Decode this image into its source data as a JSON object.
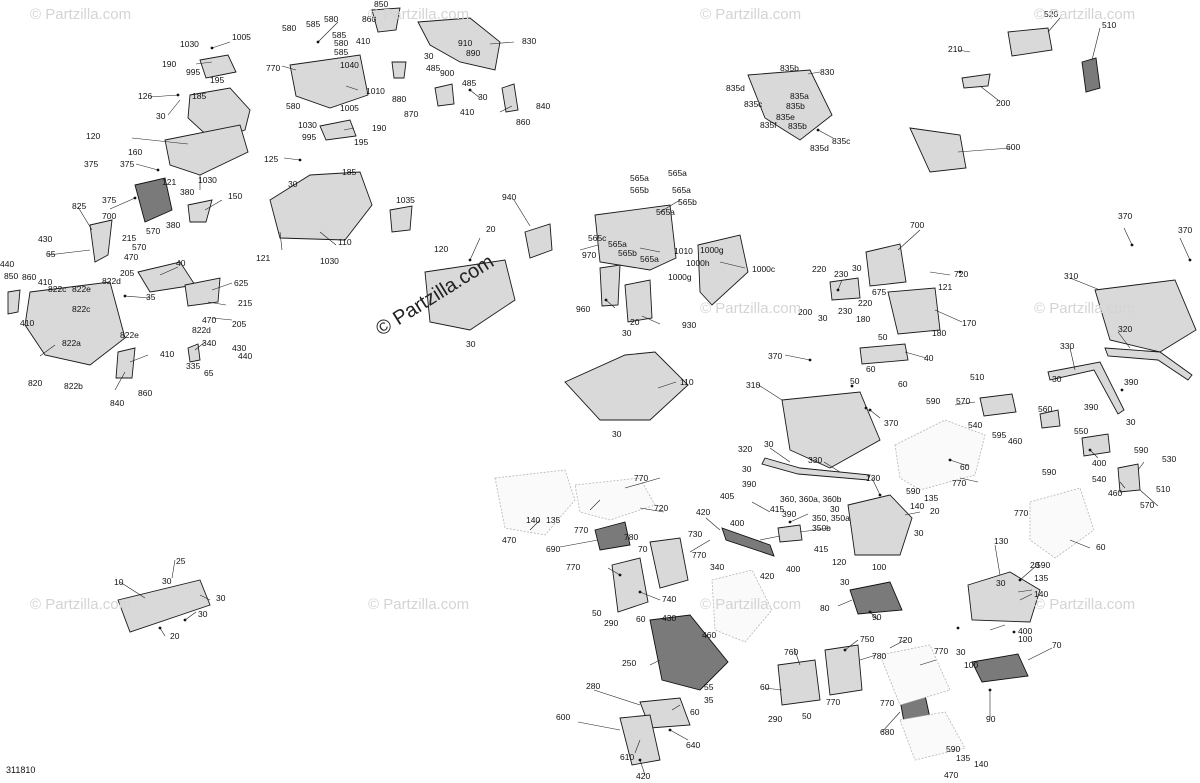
{
  "diagram_id": "311810",
  "watermark": "© Partzilla.com",
  "center_watermark": "© Partzilla.com",
  "callouts": {
    "c1030a": "1030",
    "c1005a": "1005",
    "c190a": "190",
    "c995a": "995",
    "c126": "126",
    "c185a": "185",
    "c30a": "30",
    "c195a": "195",
    "c120a": "120",
    "c160": "160",
    "c375a": "375",
    "c375b": "375",
    "c375c": "375",
    "c121a": "121",
    "c1030b": "1030",
    "c380a": "380",
    "c380b": "380",
    "c150": "150",
    "c700a": "700",
    "c570a": "570",
    "c570b": "570",
    "c215a": "215",
    "c470a": "470",
    "c205a": "205",
    "c825a": "825",
    "c430a": "430",
    "c440a": "440",
    "c65a": "65",
    "c822d": "822d",
    "c40a": "40",
    "c625": "625",
    "c850a": "850",
    "c860a": "860",
    "c410a": "410",
    "c822c": "822c",
    "c822e": "822e",
    "c35a": "35",
    "c410b": "410",
    "c822ca": "822c",
    "c822eb": "822e",
    "c822a": "822a",
    "c820": "820",
    "c822b": "822b",
    "c215b": "215",
    "c470b": "470",
    "c822d2": "822d",
    "c205b": "205",
    "c340": "340",
    "c430b": "430",
    "c440b": "440",
    "c335": "335",
    "c65b": "65",
    "c410c": "410",
    "c860b": "860",
    "c840a": "840",
    "c580a": "580",
    "c585a": "585",
    "c580b": "580",
    "c585b": "585",
    "c580c": "580",
    "c585c": "585",
    "c770a": "770",
    "c1040": "1040",
    "c1010a": "1010",
    "c580d": "580",
    "c850b": "850",
    "c860c": "860",
    "c410d": "410",
    "c880": "880",
    "c830a": "830",
    "c910": "910",
    "c890": "890",
    "c485a": "485",
    "c900": "900",
    "c30b": "30",
    "c485b": "485",
    "c870": "870",
    "c410e": "410",
    "c30c": "30",
    "c840b": "840",
    "c860d": "860",
    "c1005b": "1005",
    "c1030c": "1030",
    "c190b": "190",
    "c995b": "995",
    "c195b": "195",
    "c125": "125",
    "c185b": "185",
    "c30d": "30",
    "c1035": "1035",
    "c121b": "121",
    "c1030d": "1030",
    "c110a": "110",
    "c940": "940",
    "c120b": "120",
    "c20a": "20",
    "c30e": "30",
    "c565a1": "565a",
    "c565a2": "565a",
    "c565a3": "565a",
    "c565b1": "565b",
    "c565b2": "565b",
    "c565a4": "565a",
    "c565c": "565c",
    "c565a5": "565a",
    "c565b3": "565b",
    "c565a6": "565a",
    "c1010b": "1010",
    "c1000g1": "1000g",
    "c1000h": "1000h",
    "c1000c": "1000c",
    "c1000g2": "1000g",
    "c970": "970",
    "c960": "960",
    "c930": "930",
    "c20b": "20",
    "c30f": "30",
    "c110b": "110",
    "c30g": "30",
    "c830b": "830",
    "c835b1": "835b",
    "c835d1": "835d",
    "c835c1": "835c",
    "c835a": "835a",
    "c835b2": "835b",
    "c835e": "835e",
    "c835f": "835f",
    "c835b3": "835b",
    "c835d2": "835d",
    "c835c2": "835c",
    "c210": "210",
    "c520": "520",
    "c510a": "510",
    "c200a": "200",
    "c600a": "600",
    "c700b": "700",
    "c720a": "720",
    "c220a": "220",
    "c230a": "230",
    "c30h": "30",
    "c675": "675",
    "c121c": "121",
    "c200b": "200",
    "c30i": "30",
    "c230b": "230",
    "c220b": "220",
    "c180a": "180",
    "c180b": "180",
    "c170": "170",
    "c370a": "370",
    "c370b": "370",
    "c310a": "310",
    "c320a": "320",
    "c330a": "330",
    "c30j": "30",
    "c390a": "390",
    "c50a": "50",
    "c40b": "40",
    "c50b": "50",
    "c60a": "60",
    "c60b": "60",
    "c370c": "370",
    "c370d": "370",
    "c310b": "310",
    "c30k": "30",
    "c330b": "330",
    "c30l": "30",
    "c320b": "320",
    "c510b": "510",
    "c570c": "570",
    "c540a": "540",
    "c595a": "595",
    "c460a": "460",
    "c590a": "590",
    "c60c": "60",
    "c770b": "770",
    "c560": "560",
    "c390b": "390",
    "c30m": "30",
    "c400a": "400",
    "c550": "550",
    "c590b": "590",
    "c530": "530",
    "c540b": "540",
    "c510c": "510",
    "c460b": "460",
    "c570d": "570",
    "c590c": "590",
    "c130a": "130",
    "c590d": "590",
    "c135a": "135",
    "c140a": "140",
    "c20c": "20",
    "c30n": "30",
    "c120c": "120",
    "c30o": "30",
    "c100a": "100",
    "c80": "80",
    "c90a": "90",
    "c770c": "770",
    "c720b": "720",
    "c140b": "140",
    "c135b": "135",
    "c470c": "470",
    "c770d": "770",
    "c690": "690",
    "c780a": "780",
    "c70a": "70",
    "c730": "730",
    "c770e": "770",
    "c770f": "770",
    "c50c": "50",
    "c290a": "290",
    "c60d": "60",
    "c740": "740",
    "c420a": "420",
    "c405": "405",
    "c390c": "390",
    "c415a": "415",
    "c360a": "360, 360a, 360b",
    "c30p": "30",
    "c390d": "390",
    "c350a": "350, 350a",
    "c350b": "350b",
    "c415b": "415",
    "c400b": "400",
    "c340b": "340",
    "c420b": "420",
    "c400c": "400",
    "c430c": "430",
    "c460c": "460",
    "c250": "250",
    "c55": "55",
    "c35b": "35",
    "c280": "280",
    "c600b": "600",
    "c60e": "60",
    "c640": "640",
    "c610": "610",
    "c420c": "420",
    "c750": "750",
    "c760": "760",
    "c780b": "780",
    "c60f": "60",
    "c290b": "290",
    "c50d": "50",
    "c770g": "770",
    "c720c": "720",
    "c770h": "770",
    "c770i": "770",
    "c680": "680",
    "c30q": "30",
    "c100b": "100",
    "c70b": "70",
    "c90b": "90",
    "c590e": "590",
    "c135c": "135",
    "c140c": "140",
    "c470d": "470",
    "c770j": "770",
    "c60g": "60",
    "c130b": "130",
    "c20d": "20",
    "c590f": "590",
    "c135d": "135",
    "c140d": "140",
    "c30r": "30",
    "c400d": "400",
    "c100c": "100",
    "c10": "10",
    "c25": "25",
    "c30s": "30",
    "c30t": "30",
    "c30u": "30",
    "c20e": "20"
  }
}
